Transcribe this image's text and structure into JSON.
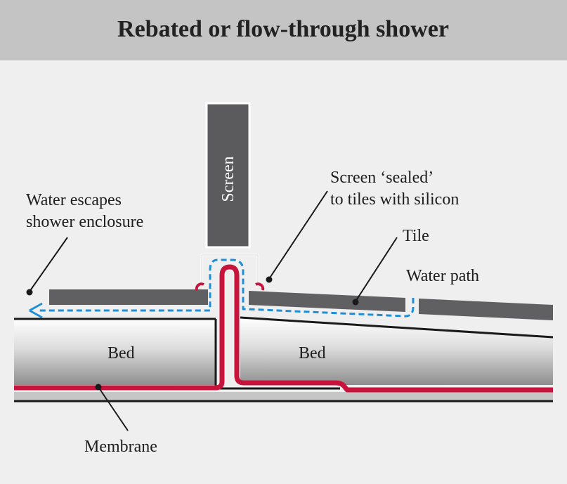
{
  "title": "Rebated or flow-through shower",
  "labels": {
    "screen": "Screen",
    "water_escapes_line1": "Water escapes",
    "water_escapes_line2": "shower enclosure",
    "screen_sealed_line1": "Screen ‘sealed’",
    "screen_sealed_line2": "to tiles with silicon",
    "tile": "Tile",
    "water_path": "Water path",
    "bed_left": "Bed",
    "bed_right": "Bed",
    "membrane": "Membrane"
  },
  "colors": {
    "background": "#efefef",
    "title_bar": "#c4c4c4",
    "screen": "#5b5b5d",
    "tile": "#606062",
    "membrane": "#c8143c",
    "water_path": "#1e8fd6",
    "outline": "#1a1a1a"
  }
}
